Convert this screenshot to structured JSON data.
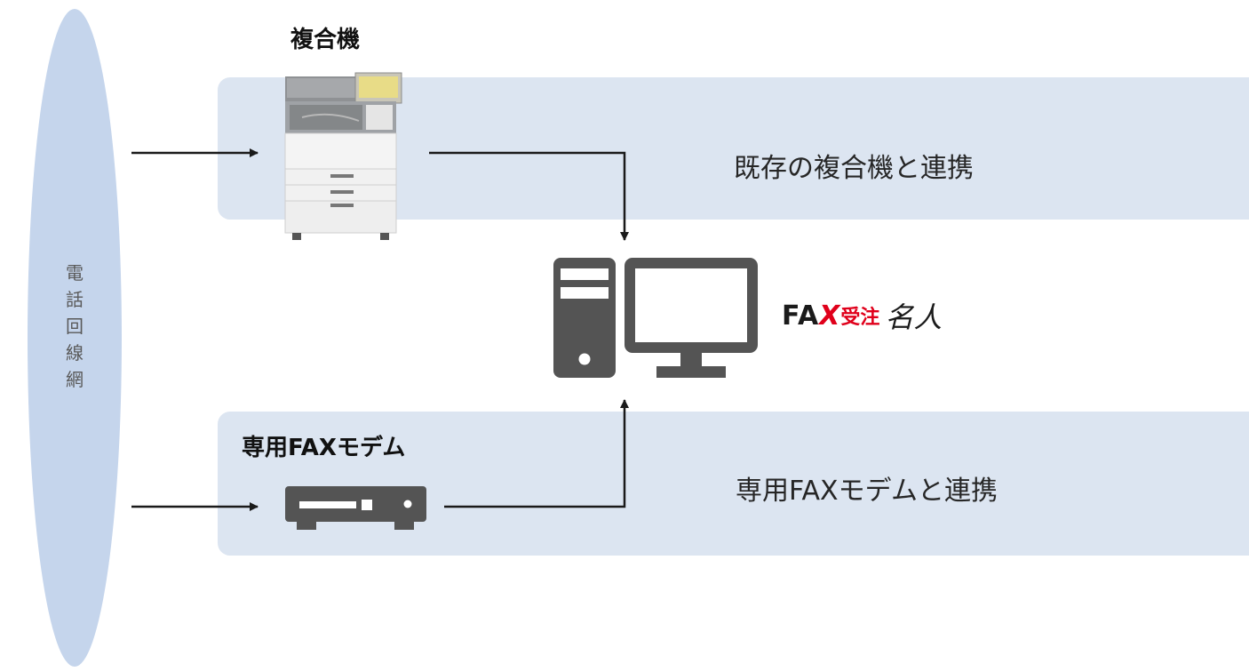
{
  "network": {
    "label_chars": [
      "電",
      "話",
      "回",
      "線",
      "網"
    ]
  },
  "mfp": {
    "title": "複合機",
    "caption": "既存の複合機と連携",
    "icon": "multifunction-printer-icon"
  },
  "modem": {
    "title": "専用FAXモデム",
    "caption": "専用FAXモデムと連携",
    "icon": "fax-modem-icon"
  },
  "pc": {
    "icon": "desktop-computer-icon"
  },
  "logo": {
    "fa": "FA",
    "x": "X",
    "jyu": "受注",
    "meijin": "名人"
  },
  "colors": {
    "network_oval": "#c5d5ec",
    "band": "#dce5f1",
    "icon_gray": "#545454",
    "logo_red": "#e0001b"
  }
}
